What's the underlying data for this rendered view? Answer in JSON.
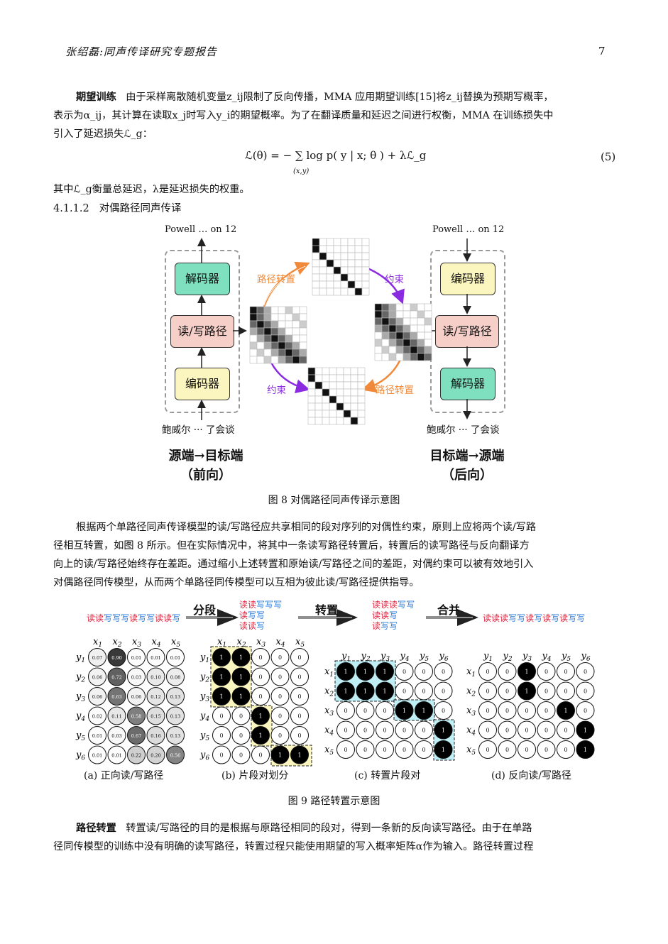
{
  "header": {
    "author_title": "张绍磊:同声传译研究专题报告",
    "page_number": "7"
  },
  "para1": {
    "heading": "期望训练",
    "line1": "由于采样离散随机变量z_ij限制了反向传播，MMA 应用期望训练[15]将z_ij替换为预期写概率，",
    "line2": "表示为α_ij，其计算在读取x_j时写入y_i的期望概率。为了在翻译质量和延迟之间进行权衡，MMA 在训练损失中",
    "line3": "引入了延迟损失ℒ_g："
  },
  "equation": {
    "formula": "ℒ(θ) = − ∑ log p( y | x; θ ) + λℒ_g",
    "sub": "(x,y)",
    "number": "(5)"
  },
  "para2": {
    "line1": "其中ℒ_g衡量总延迟，λ是延迟损失的权重。"
  },
  "section": {
    "number": "4.1.1.2",
    "title": "对偶路径同声传译"
  },
  "figure8": {
    "caption": "图 8    对偶路径同声传译示意图",
    "left": {
      "top_text": "Powell … on 12",
      "decoder": "解码器",
      "path": "读/写路径",
      "encoder": "编码器",
      "bottom_text": "鲍威尔 ··· 了会谈",
      "direction": "源端→目标端",
      "sub": "（前向）"
    },
    "right": {
      "top_text": "Powell … on 12",
      "encoder": "编码器",
      "path": "读/写路径",
      "decoder": "解码器",
      "bottom_text": "鲍威尔 ··· 了会谈",
      "direction": "目标端→源端",
      "sub": "（后向）"
    },
    "arrow_labels": {
      "transpose_top": "路径转置",
      "constraint_top": "约束",
      "constraint_bottom": "约束",
      "transpose_bottom": "路径转置"
    },
    "colors": {
      "decoder": "#7fe0c0",
      "path": "#f6cfc8",
      "encoder": "#fbf5c0",
      "transpose": "#f08a3a",
      "constraint": "#8a2be2"
    }
  },
  "para3": {
    "line1": "根据两个单路径同声传译模型的读/写路径应共享相同的段对序列的对偶性约束，原则上应将两个读/写路",
    "line2": "径相互转置，如图 8 所示。但在实际情况中，将其中一条读写路径转置后，转置后的读写路径与反向翻译方",
    "line3": "向上的读/写路径始终存在差距。通过缩小上述转置和原始读/写路径之间的差距，对偶约束可以被有效地引入",
    "line4": "对偶路径同传模型，从而两个单路径同传模型可以互相为彼此读/写路径提供指导。"
  },
  "figure9": {
    "caption": "图 9    路径转置示意图",
    "steps": [
      "分段",
      "转置",
      "合并"
    ],
    "seq_a": "读读写写写读写写读读写",
    "seq_b": [
      "读读写写写",
      "读写写",
      "读读写"
    ],
    "seq_c": [
      "读读读写写",
      "读读写",
      "读写写"
    ],
    "seq_d": "读读读写写读写读写读写写",
    "sub_captions": [
      "(a) 正向读/写路径",
      "(b) 片段对划分",
      "(c) 转置片段对",
      "(d) 反向读/写路径"
    ],
    "grid_a_values": [
      [
        "0.07",
        "0.90",
        "0.01",
        "0.01",
        "0.01"
      ],
      [
        "0.06",
        "0.72",
        "0.03",
        "0.10",
        "0.08"
      ],
      [
        "0.06",
        "0.63",
        "0.06",
        "0.12",
        "0.13"
      ],
      [
        "0.02",
        "0.11",
        "0.58",
        "0.15",
        "0.13"
      ],
      [
        "0.01",
        "0.03",
        "0.67",
        "0.16",
        "0.13"
      ],
      [
        "0.01",
        "0.01",
        "0.22",
        "0.20",
        "0.56"
      ]
    ],
    "grid_b_values": [
      [
        "1",
        "1",
        "0",
        "0",
        "0"
      ],
      [
        "1",
        "1",
        "0",
        "0",
        "0"
      ],
      [
        "1",
        "1",
        "0",
        "0",
        "0"
      ],
      [
        "0",
        "0",
        "1",
        "0",
        "0"
      ],
      [
        "0",
        "0",
        "1",
        "0",
        "0"
      ],
      [
        "0",
        "0",
        "0",
        "1",
        "1"
      ]
    ],
    "grid_c_values": [
      [
        "1",
        "1",
        "1",
        "0",
        "0",
        "0"
      ],
      [
        "1",
        "1",
        "1",
        "0",
        "0",
        "0"
      ],
      [
        "0",
        "0",
        "0",
        "1",
        "1",
        "0"
      ],
      [
        "0",
        "0",
        "0",
        "0",
        "0",
        "1"
      ],
      [
        "0",
        "0",
        "0",
        "0",
        "0",
        "1"
      ]
    ],
    "grid_d_values": [
      [
        "0",
        "0",
        "1",
        "0",
        "0",
        "0"
      ],
      [
        "0",
        "0",
        "1",
        "0",
        "0",
        "0"
      ],
      [
        "0",
        "0",
        "0",
        "0",
        "1",
        "0"
      ],
      [
        "0",
        "0",
        "0",
        "0",
        "0",
        "1"
      ],
      [
        "0",
        "0",
        "0",
        "0",
        "0",
        "1"
      ]
    ],
    "x_labels5": [
      "x1",
      "x2",
      "x3",
      "x4",
      "x5"
    ],
    "y_labels6": [
      "y1",
      "y2",
      "y3",
      "y4",
      "y5",
      "y6"
    ]
  },
  "para4": {
    "heading": "路径转置",
    "line1": "转置读/写路径的目的是根据与原路径相同的段对，得到一条新的反向读写路径。由于在单路",
    "line2": "径同传模型的训练中没有明确的读写路径，转置过程只能使用期望的写入概率矩阵α作为输入。路径转置过程"
  }
}
